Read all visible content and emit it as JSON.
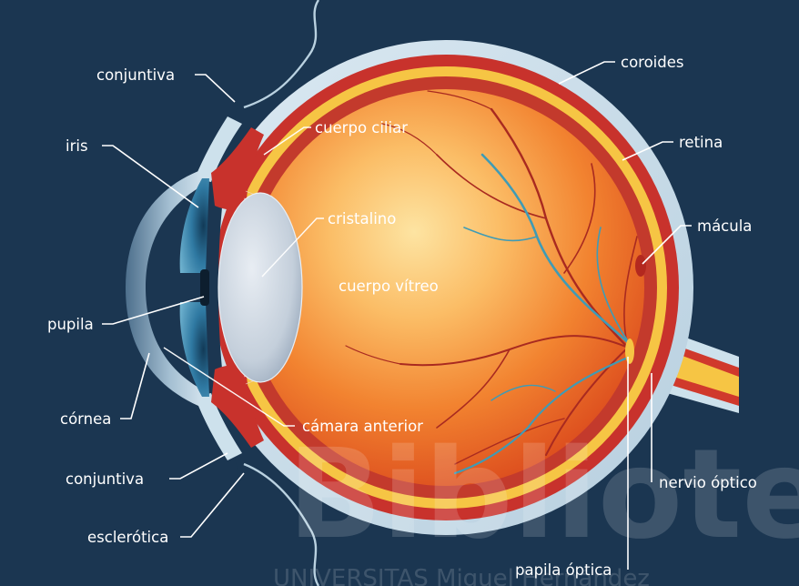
{
  "colors": {
    "background": "#1b3651",
    "sclera": "#cde1ec",
    "choroid": "#c8322c",
    "retina": "#f6c544",
    "vitreous_light": "#fcd57e",
    "vitreous_dark": "#e04a16",
    "vessel_red": "#a92a20",
    "vessel_blue": "#3f9bb5",
    "iris": "#3f86ab",
    "lens": "#c3cfdc"
  },
  "labels": {
    "conjuntiva_top": "conjuntiva",
    "iris": "iris",
    "pupila": "pupila",
    "cornea": "córnea",
    "conjuntiva_bottom": "conjuntiva",
    "esclerotica": "esclerótica",
    "coroides": "coroides",
    "retina": "retina",
    "macula": "mácula",
    "nervio_optico": "nervio óptico",
    "papila_optica": "papila óptica",
    "cuerpo_ciliar": "cuerpo ciliar",
    "cristalino": "cristalino",
    "cuerpo_vitreo": "cuerpo vítreo",
    "camara_anterior": "cámara anterior"
  },
  "watermark": {
    "word": "Biblioteca",
    "subtitle": "UNIVERSITAS Miguel Hernández"
  }
}
